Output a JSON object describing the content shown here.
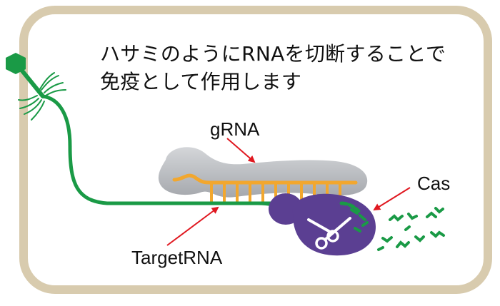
{
  "caption": {
    "line1": "ハサミのようにRNAを切断することで",
    "line2": "免疫として作用します"
  },
  "labels": {
    "grna": "gRNA",
    "cas": "Cas",
    "target_rna": "TargetRNA"
  },
  "colors": {
    "cell_border": "#d8cbae",
    "target_rna": "#1a9a46",
    "grna": "#f2a72e",
    "cas_protein": "#5b3f92",
    "guide_complex": "#b4b7bb",
    "arrow": "#e01820"
  },
  "icons": {
    "virus": "bacteriophage-icon",
    "scissors": "scissors-icon"
  }
}
